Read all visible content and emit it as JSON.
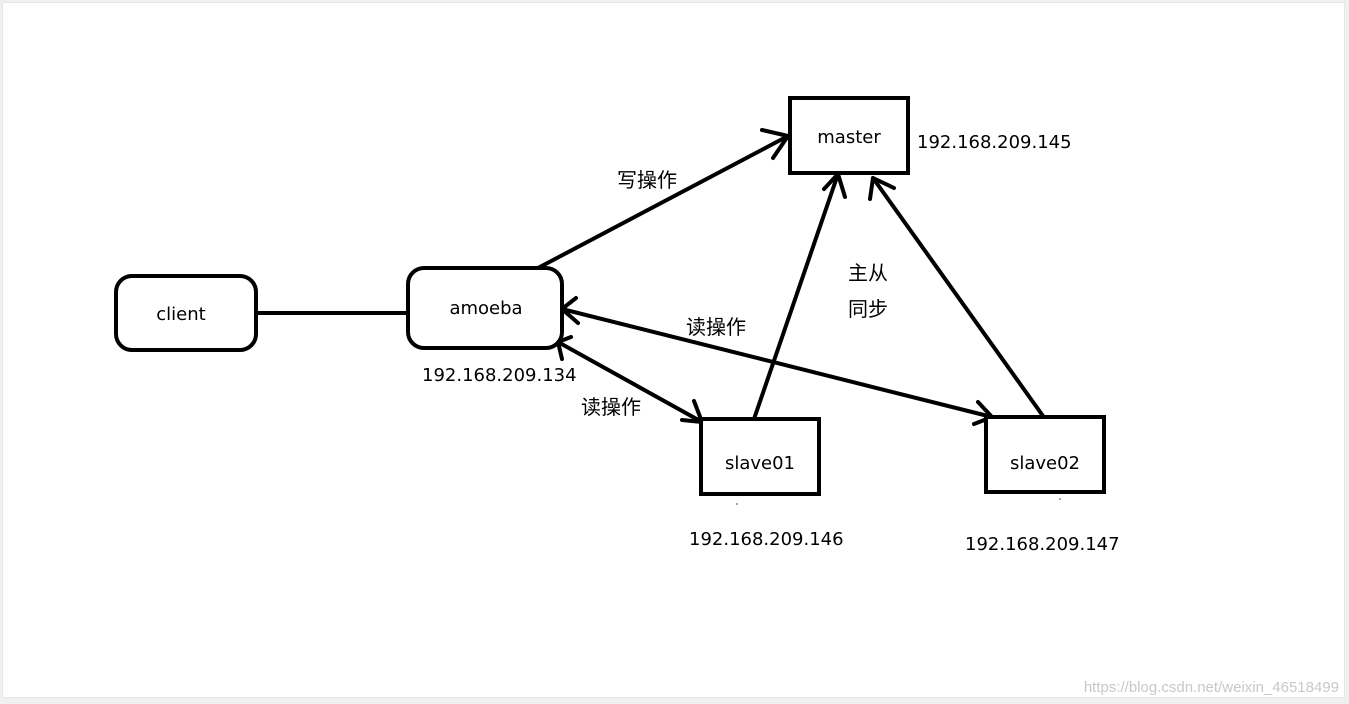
{
  "nodes": {
    "client": {
      "label": "client"
    },
    "amoeba": {
      "label": "amoeba",
      "ip": "192.168.209.134"
    },
    "master": {
      "label": "master",
      "ip": "192.168.209.145"
    },
    "slave01": {
      "label": "slave01",
      "ip": "192.168.209.146"
    },
    "slave02": {
      "label": "slave02",
      "ip": "192.168.209.147"
    }
  },
  "edge_labels": {
    "write": "写操作",
    "read_slave02": "读操作",
    "read_slave01": "读操作",
    "sync_line1": "主从",
    "sync_line2": "同步"
  },
  "watermark": "https://blog.csdn.net/weixin_46518499",
  "colors": {
    "stroke": "#000000",
    "background": "#ffffff",
    "watermark": "#c8c8c8"
  }
}
